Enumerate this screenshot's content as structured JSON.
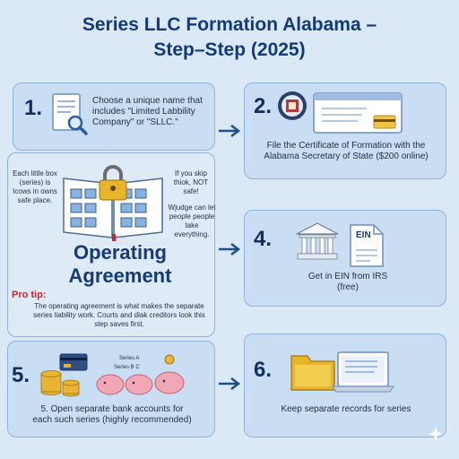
{
  "title_line1": "Series LLC Formation Alabama –",
  "title_line2": "Step–Step (2025)",
  "step1": {
    "number": "1.",
    "text": "Choose a unique name that includes \"Limited Labbility Company\" or \"SLLC.\""
  },
  "step2": {
    "number": "2.",
    "text": "File the Certificate of Formation with the Alabama Secretary of State ($200 online)"
  },
  "operating": {
    "left_note": "Each little box (series) is Icows in owns safe place.",
    "right_note_1": "If you skip thiok, NOT safe!",
    "right_note_2": "Wjudge can let people people take everything.",
    "title_line1": "Operating",
    "title_line2": "Agreement",
    "protip_label": "Pro tip:",
    "protip_text": "The operating agreement is what makes the separate series liability work. Courts and diak creditors look this step saves first."
  },
  "step4": {
    "number": "4.",
    "doc_label": "EIN",
    "text": "Get in EIN from IRS (free)"
  },
  "step5": {
    "number": "5.",
    "series_a": "Series A",
    "series_b": "Series B C",
    "text": "5. Open separate bank accounts for each such series (highly recommended)"
  },
  "step6": {
    "number": "6.",
    "text": "Keep separate records for series"
  },
  "colors": {
    "background": "#dbe9f7",
    "card": "#c9def3",
    "title": "#123a7a",
    "accent_red": "#c0282d",
    "arrow": "#1f4e8c"
  }
}
